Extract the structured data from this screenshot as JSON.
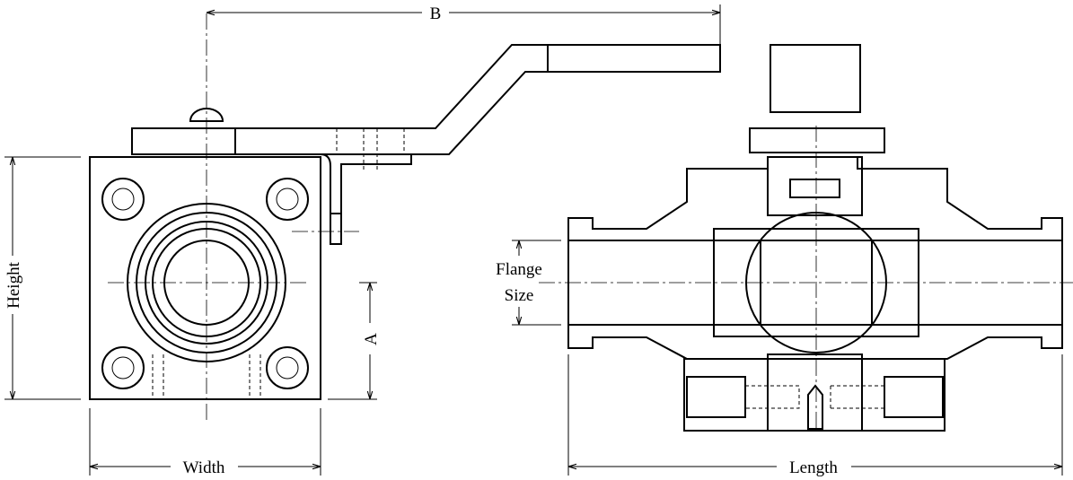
{
  "dimensions": {
    "b": "B",
    "height": "Height",
    "a": "A",
    "width": "Width",
    "flange_size_line1": "Flange",
    "flange_size_line2": "Size",
    "length": "Length"
  }
}
